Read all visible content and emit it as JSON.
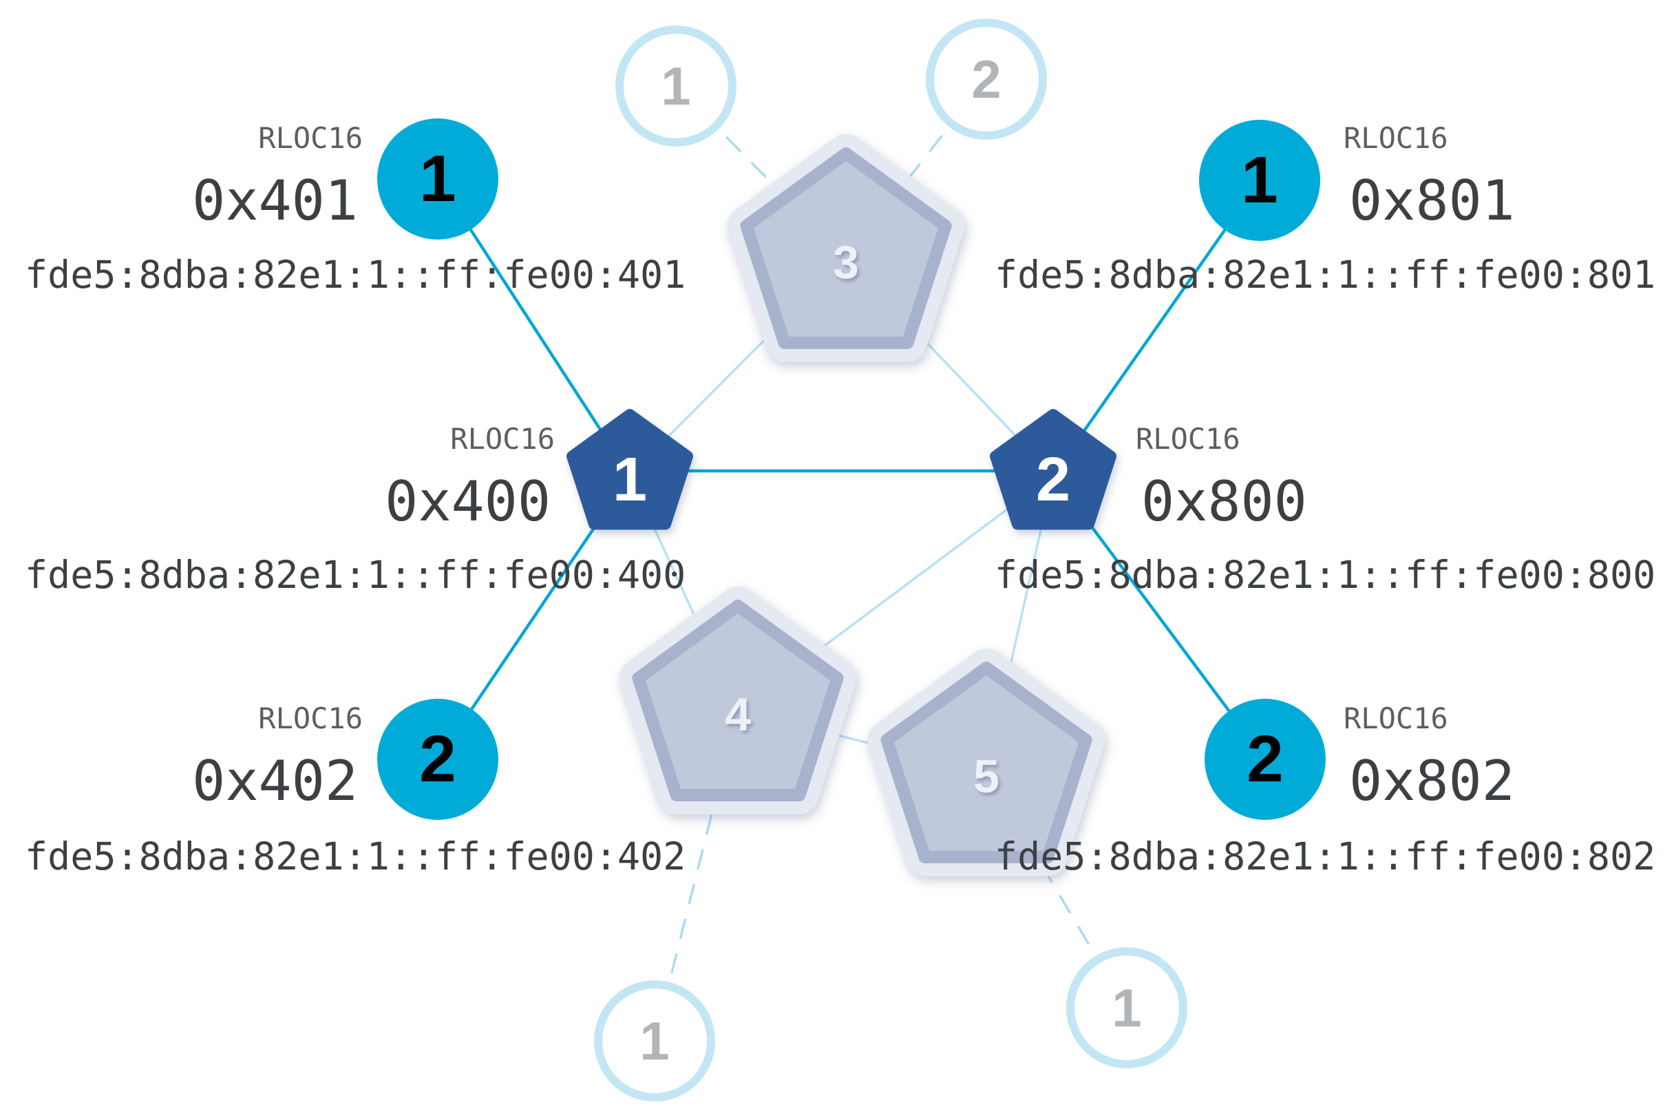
{
  "labels": {
    "rloc16": "RLOC16"
  },
  "nodes": {
    "router1": {
      "number": "1",
      "rloc16": "0x400",
      "ipv6": "fde5:8dba:82e1:1::ff:fe00:400"
    },
    "router2": {
      "number": "2",
      "rloc16": "0x800",
      "ipv6": "fde5:8dba:82e1:1::ff:fe00:800"
    },
    "router3": {
      "number": "3"
    },
    "router4": {
      "number": "4"
    },
    "router5": {
      "number": "5"
    },
    "child401": {
      "number": "1",
      "rloc16": "0x401",
      "ipv6": "fde5:8dba:82e1:1::ff:fe00:401"
    },
    "child801": {
      "number": "1",
      "rloc16": "0x801",
      "ipv6": "fde5:8dba:82e1:1::ff:fe00:801"
    },
    "child402": {
      "number": "2",
      "rloc16": "0x402",
      "ipv6": "fde5:8dba:82e1:1::ff:fe00:402"
    },
    "child802": {
      "number": "2",
      "rloc16": "0x802",
      "ipv6": "fde5:8dba:82e1:1::ff:fe00:802"
    },
    "faded_child_top_left": {
      "number": "1"
    },
    "faded_child_top_right": {
      "number": "2"
    },
    "faded_child_bottom_left": {
      "number": "1"
    },
    "faded_child_bottom_right": {
      "number": "1"
    }
  },
  "colors": {
    "active_child_fill": "#00abd8",
    "active_child_number": "#000000",
    "active_router_fill": "#2d5a9b",
    "inactive_router_fill": "#c0c9dc",
    "inactive_router_border": "#a8b2cd",
    "inactive_child_border": "#c3e6f4",
    "inactive_number": "#b2b5b8",
    "link_active": "#00a6d6",
    "link_router_to_router": "#b9e1f4",
    "link_inactive_dashed": "#abdbf2",
    "label_caption": "#5b5f62",
    "label_value": "#3d4043"
  },
  "topology": {
    "links": [
      {
        "from": "child401",
        "to": "router1",
        "style": "active"
      },
      {
        "from": "child402",
        "to": "router1",
        "style": "active"
      },
      {
        "from": "router1",
        "to": "router2",
        "style": "active"
      },
      {
        "from": "child801",
        "to": "router2",
        "style": "active"
      },
      {
        "from": "child802",
        "to": "router2",
        "style": "active"
      },
      {
        "from": "router1",
        "to": "router3",
        "style": "router"
      },
      {
        "from": "router2",
        "to": "router3",
        "style": "router"
      },
      {
        "from": "router1",
        "to": "router4",
        "style": "router"
      },
      {
        "from": "router2",
        "to": "router4",
        "style": "router"
      },
      {
        "from": "router2",
        "to": "router5",
        "style": "router"
      },
      {
        "from": "router4",
        "to": "router5",
        "style": "router"
      },
      {
        "from": "faded_child_top_left",
        "to": "router3",
        "style": "faded"
      },
      {
        "from": "faded_child_top_right",
        "to": "router3",
        "style": "faded"
      },
      {
        "from": "router4",
        "to": "faded_child_bottom_left",
        "style": "faded"
      },
      {
        "from": "router5",
        "to": "faded_child_bottom_right",
        "style": "faded"
      }
    ]
  }
}
